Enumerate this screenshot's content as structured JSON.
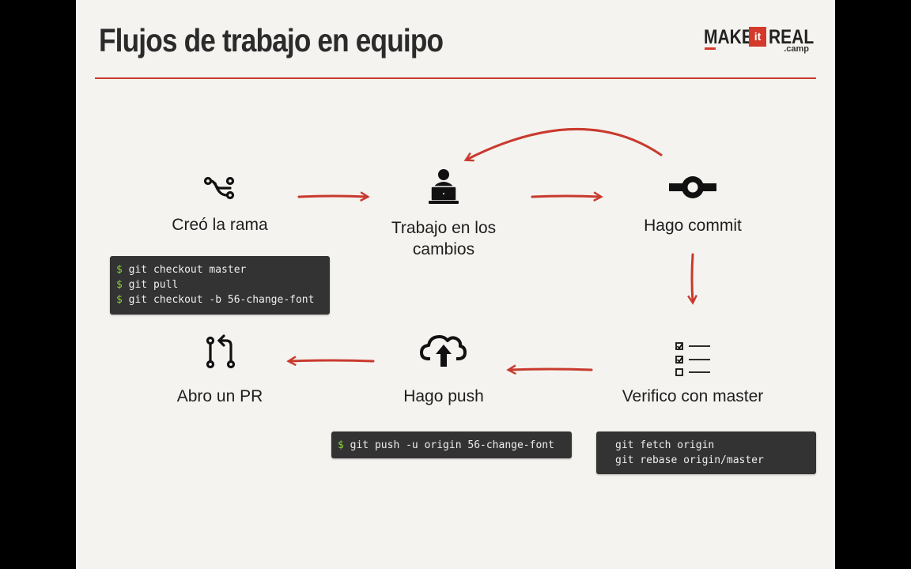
{
  "title": "Flujos de trabajo en equipo",
  "logo": {
    "make": "MAKE",
    "it": "it",
    "real": "REAL",
    "camp": ".camp"
  },
  "steps": [
    {
      "label": "Creó la rama",
      "icon": "git-branch-icon"
    },
    {
      "label_line1": "Trabajo en los",
      "label_line2": "cambios",
      "icon": "person-laptop-icon"
    },
    {
      "label": "Hago commit",
      "icon": "git-commit-icon"
    },
    {
      "label": "Verifico con master",
      "icon": "checklist-icon"
    },
    {
      "label": "Hago push",
      "icon": "cloud-upload-icon"
    },
    {
      "label": "Abro un PR",
      "icon": "pull-request-icon"
    }
  ],
  "code_blocks": {
    "branch": {
      "prompt": "$",
      "lines": [
        "git checkout master",
        "git pull",
        "git checkout -b 56-change-font"
      ]
    },
    "push": {
      "prompt": "$",
      "lines": [
        "git push -u origin 56-change-font"
      ]
    },
    "verify": {
      "lines": [
        "git fetch origin",
        "git rebase origin/master"
      ]
    }
  },
  "colors": {
    "accent": "#c93a2e",
    "code_bg": "#333333",
    "prompt": "#8bd33a"
  }
}
